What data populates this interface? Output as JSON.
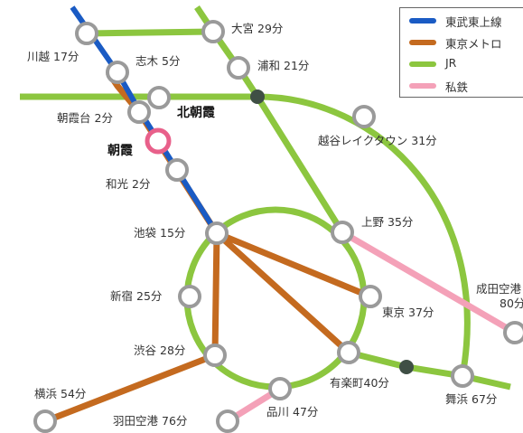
{
  "colors": {
    "tobu_tojo": "#1a5bc4",
    "tokyo_metro": "#c46a1f",
    "jr": "#8cc63f",
    "private": "#f4a1b8",
    "station_ring": "#9a9a9a",
    "origin_ring": "#e8608a",
    "origin_fill": "#ffffff",
    "junction": "#3f4f45"
  },
  "legend": {
    "items": [
      {
        "name": "東武東上線",
        "color": "#1a5bc4"
      },
      {
        "name": "東京メトロ",
        "color": "#c46a1f"
      },
      {
        "name": "JR",
        "color": "#8cc63f"
      },
      {
        "name": "私鉄",
        "color": "#f4a1b8"
      }
    ]
  },
  "origin": {
    "name": "朝霞"
  },
  "stations": {
    "kawagoe": {
      "name": "川越",
      "time": "17分"
    },
    "shiki": {
      "name": "志木",
      "time": "5分"
    },
    "asakadai": {
      "name": "朝霞台",
      "time": "2分"
    },
    "kitaasaka": {
      "name": "北朝霞",
      "time": ""
    },
    "wako": {
      "name": "和光",
      "time": "2分"
    },
    "ikebukuro": {
      "name": "池袋",
      "time": "15分"
    },
    "shinjuku": {
      "name": "新宿",
      "time": "25分"
    },
    "shibuya": {
      "name": "渋谷",
      "time": "28分"
    },
    "yokohama": {
      "name": "横浜",
      "time": "54分"
    },
    "haneda": {
      "name": "羽田空港",
      "time": "76分"
    },
    "shinagawa": {
      "name": "品川",
      "time": "47分"
    },
    "yurakucho": {
      "name": "有楽町",
      "time": "40分"
    },
    "tokyo": {
      "name": "東京",
      "time": "37分"
    },
    "ueno": {
      "name": "上野",
      "time": "35分"
    },
    "maihama": {
      "name": "舞浜",
      "time": "67分"
    },
    "narita": {
      "name": "成田空港",
      "time": "80分"
    },
    "koshigaya": {
      "name": "越谷レイクタウン",
      "time": "31分"
    },
    "omiya": {
      "name": "大宮",
      "time": "29分"
    },
    "urawa": {
      "name": "浦和",
      "time": "21分"
    }
  }
}
